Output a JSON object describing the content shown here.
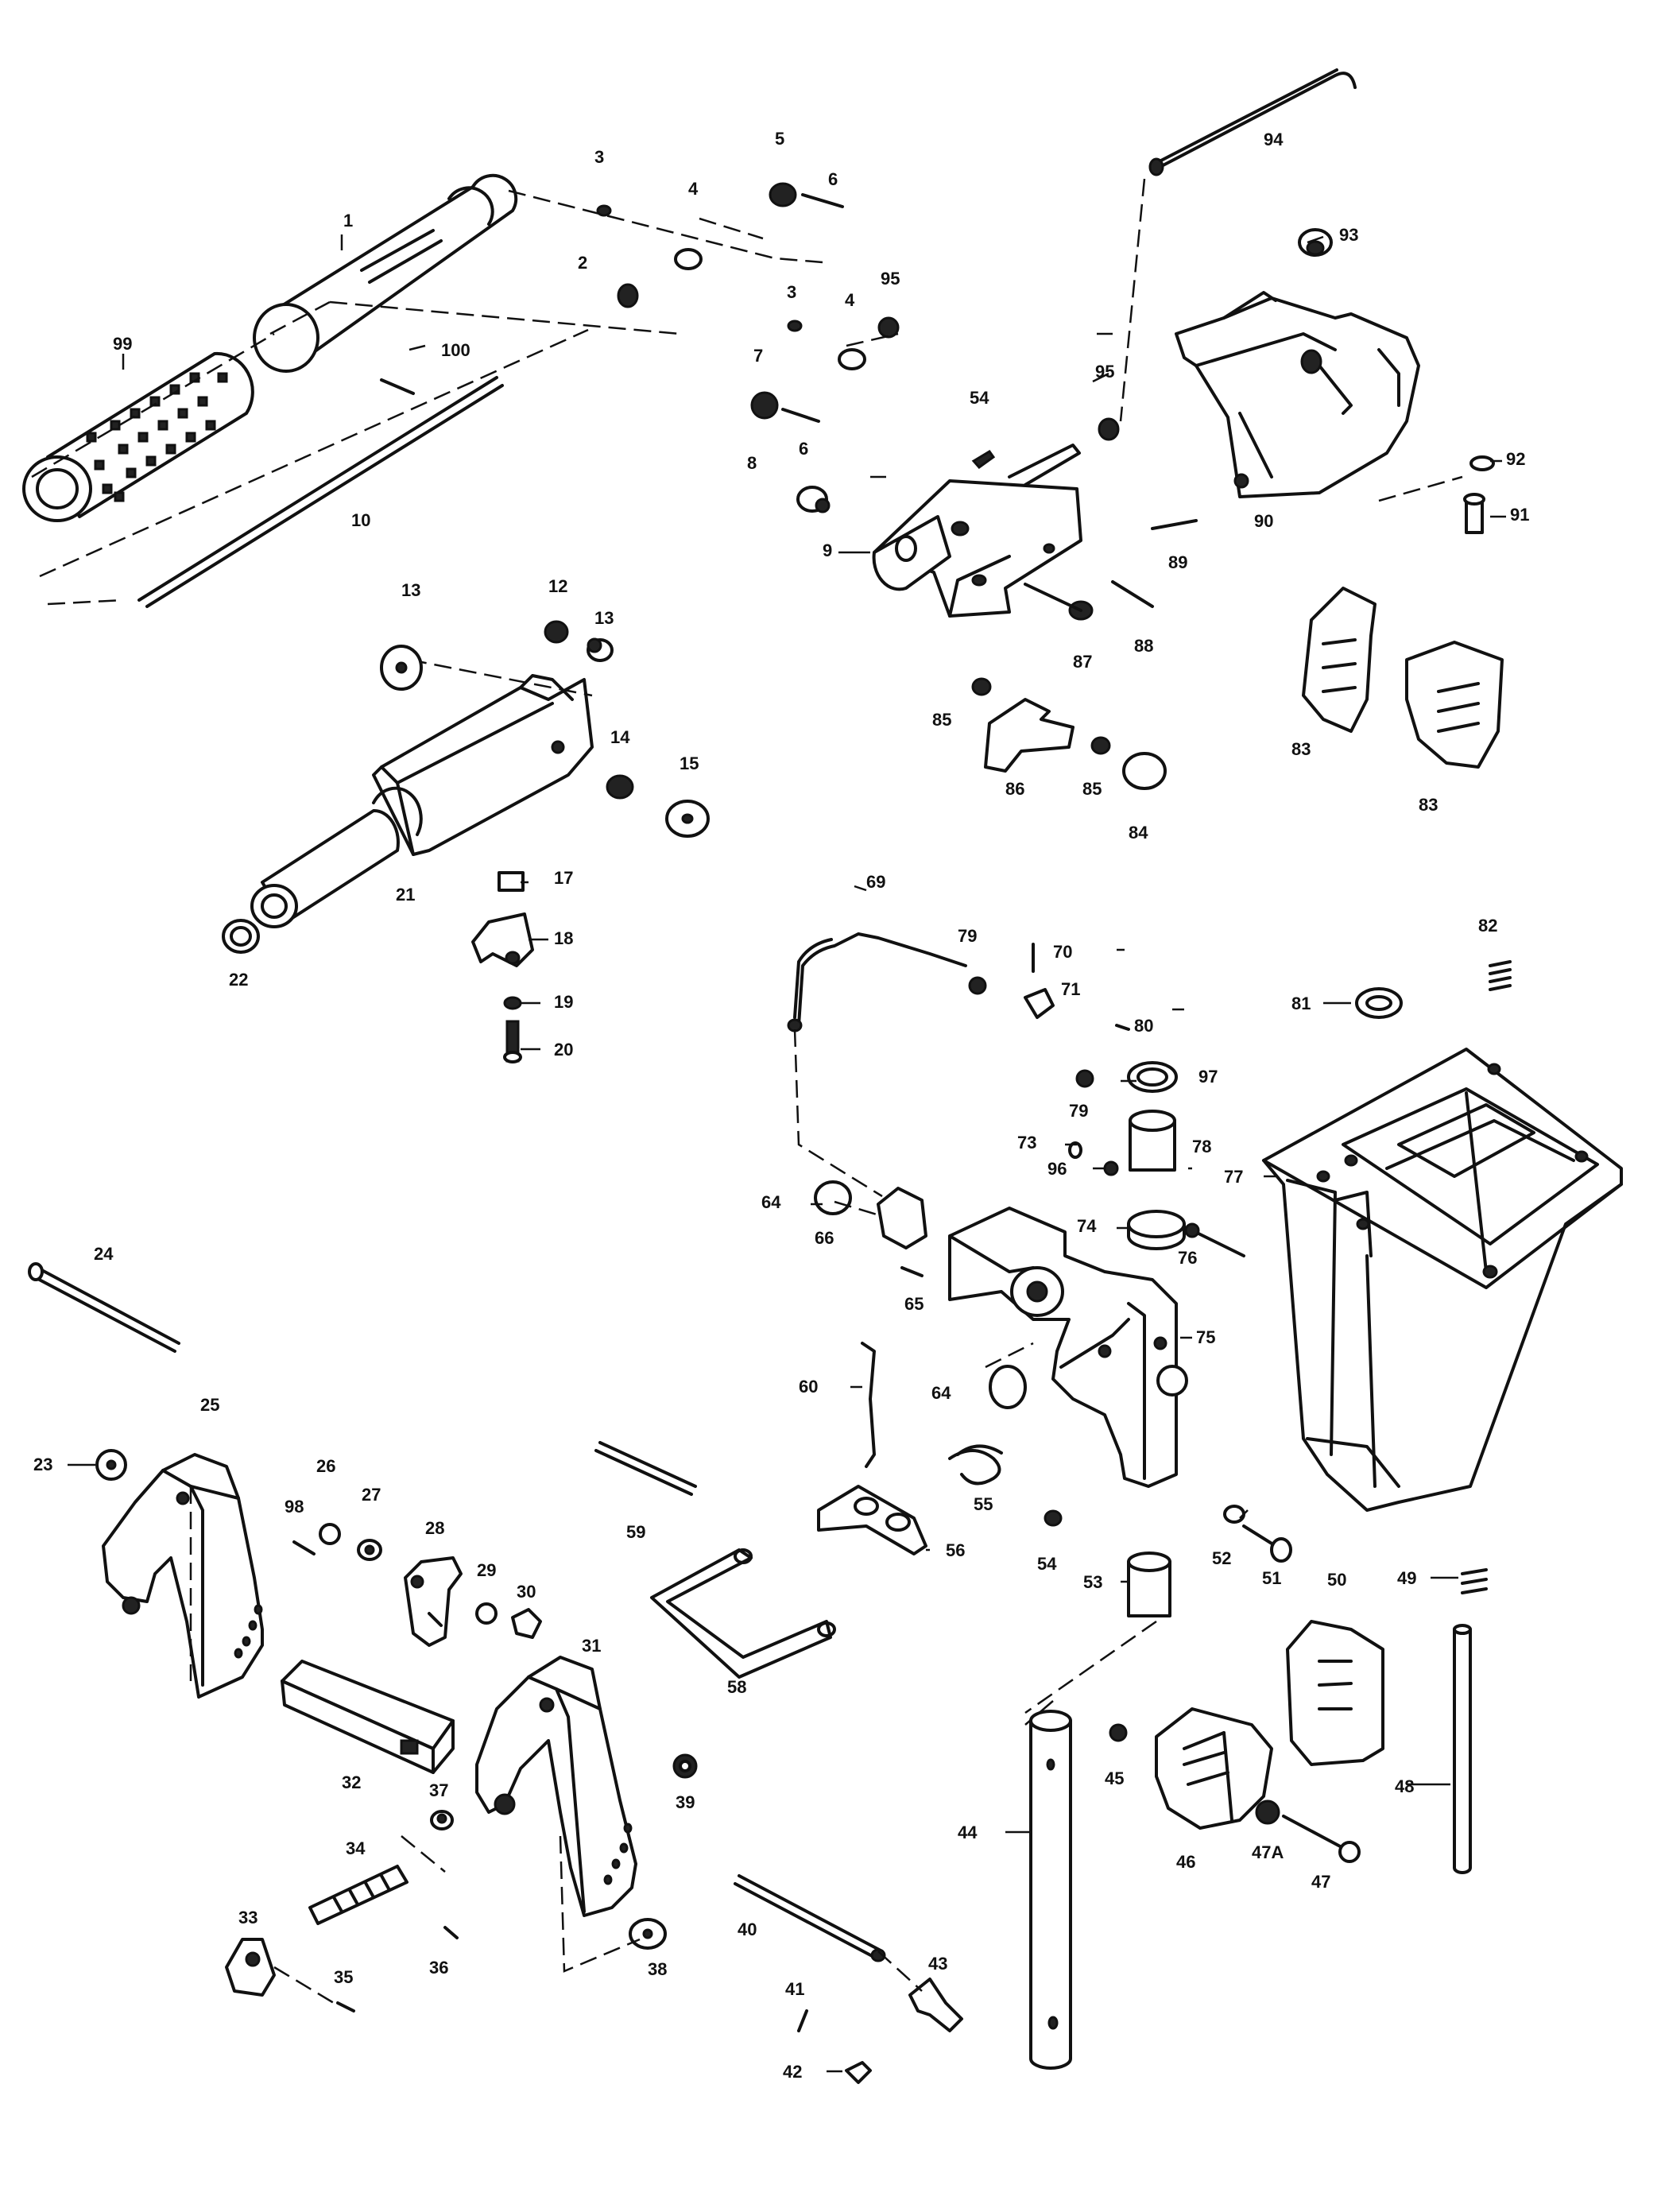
{
  "diagram": {
    "labels": [
      {
        "id": "1",
        "text": "1"
      },
      {
        "id": "2",
        "text": "2"
      },
      {
        "id": "3a",
        "text": "3"
      },
      {
        "id": "4a",
        "text": "4"
      },
      {
        "id": "5",
        "text": "5"
      },
      {
        "id": "6a",
        "text": "6"
      },
      {
        "id": "3b",
        "text": "3"
      },
      {
        "id": "4b",
        "text": "4"
      },
      {
        "id": "95a",
        "text": "95"
      },
      {
        "id": "7",
        "text": "7"
      },
      {
        "id": "6b",
        "text": "6"
      },
      {
        "id": "95b",
        "text": "95"
      },
      {
        "id": "99",
        "text": "99"
      },
      {
        "id": "100",
        "text": "100"
      },
      {
        "id": "10",
        "text": "10"
      },
      {
        "id": "54a",
        "text": "54"
      },
      {
        "id": "8",
        "text": "8"
      },
      {
        "id": "9",
        "text": "9"
      },
      {
        "id": "94",
        "text": "94"
      },
      {
        "id": "93",
        "text": "93"
      },
      {
        "id": "92",
        "text": "92"
      },
      {
        "id": "91",
        "text": "91"
      },
      {
        "id": "90",
        "text": "90"
      },
      {
        "id": "89",
        "text": "89"
      },
      {
        "id": "87",
        "text": "87"
      },
      {
        "id": "88",
        "text": "88"
      },
      {
        "id": "13a",
        "text": "13"
      },
      {
        "id": "12",
        "text": "12"
      },
      {
        "id": "13b",
        "text": "13"
      },
      {
        "id": "14",
        "text": "14"
      },
      {
        "id": "15",
        "text": "15"
      },
      {
        "id": "21",
        "text": "21"
      },
      {
        "id": "17",
        "text": "17"
      },
      {
        "id": "22",
        "text": "22"
      },
      {
        "id": "18",
        "text": "18"
      },
      {
        "id": "19",
        "text": "19"
      },
      {
        "id": "20",
        "text": "20"
      },
      {
        "id": "85a",
        "text": "85"
      },
      {
        "id": "86",
        "text": "86"
      },
      {
        "id": "85b",
        "text": "85"
      },
      {
        "id": "84",
        "text": "84"
      },
      {
        "id": "83a",
        "text": "83"
      },
      {
        "id": "83b",
        "text": "83"
      },
      {
        "id": "69",
        "text": "69"
      },
      {
        "id": "79a",
        "text": "79"
      },
      {
        "id": "70",
        "text": "70"
      },
      {
        "id": "71",
        "text": "71"
      },
      {
        "id": "80",
        "text": "80"
      },
      {
        "id": "79b",
        "text": "79"
      },
      {
        "id": "82",
        "text": "82"
      },
      {
        "id": "81",
        "text": "81"
      },
      {
        "id": "97",
        "text": "97"
      },
      {
        "id": "78",
        "text": "78"
      },
      {
        "id": "73",
        "text": "73"
      },
      {
        "id": "96",
        "text": "96"
      },
      {
        "id": "77",
        "text": "77"
      },
      {
        "id": "74",
        "text": "74"
      },
      {
        "id": "76",
        "text": "76"
      },
      {
        "id": "64a",
        "text": "64"
      },
      {
        "id": "66",
        "text": "66"
      },
      {
        "id": "65",
        "text": "65"
      },
      {
        "id": "75",
        "text": "75"
      },
      {
        "id": "64b",
        "text": "64"
      },
      {
        "id": "60",
        "text": "60"
      },
      {
        "id": "55",
        "text": "55"
      },
      {
        "id": "54b",
        "text": "54"
      },
      {
        "id": "56",
        "text": "56"
      },
      {
        "id": "52",
        "text": "52"
      },
      {
        "id": "51",
        "text": "51"
      },
      {
        "id": "53",
        "text": "53"
      },
      {
        "id": "50",
        "text": "50"
      },
      {
        "id": "49",
        "text": "49"
      },
      {
        "id": "24",
        "text": "24"
      },
      {
        "id": "25",
        "text": "25"
      },
      {
        "id": "23",
        "text": "23"
      },
      {
        "id": "26",
        "text": "26"
      },
      {
        "id": "27",
        "text": "27"
      },
      {
        "id": "98",
        "text": "98"
      },
      {
        "id": "28",
        "text": "28"
      },
      {
        "id": "29",
        "text": "29"
      },
      {
        "id": "30",
        "text": "30"
      },
      {
        "id": "59",
        "text": "59"
      },
      {
        "id": "58",
        "text": "58"
      },
      {
        "id": "31",
        "text": "31"
      },
      {
        "id": "32",
        "text": "32"
      },
      {
        "id": "45",
        "text": "45"
      },
      {
        "id": "48",
        "text": "48"
      },
      {
        "id": "44",
        "text": "44"
      },
      {
        "id": "46",
        "text": "46"
      },
      {
        "id": "47A",
        "text": "47A"
      },
      {
        "id": "47",
        "text": "47"
      },
      {
        "id": "37",
        "text": "37"
      },
      {
        "id": "39",
        "text": "39"
      },
      {
        "id": "34",
        "text": "34"
      },
      {
        "id": "33",
        "text": "33"
      },
      {
        "id": "35",
        "text": "35"
      },
      {
        "id": "36",
        "text": "36"
      },
      {
        "id": "38",
        "text": "38"
      },
      {
        "id": "40",
        "text": "40"
      },
      {
        "id": "41",
        "text": "41"
      },
      {
        "id": "43",
        "text": "43"
      },
      {
        "id": "42",
        "text": "42"
      }
    ]
  }
}
